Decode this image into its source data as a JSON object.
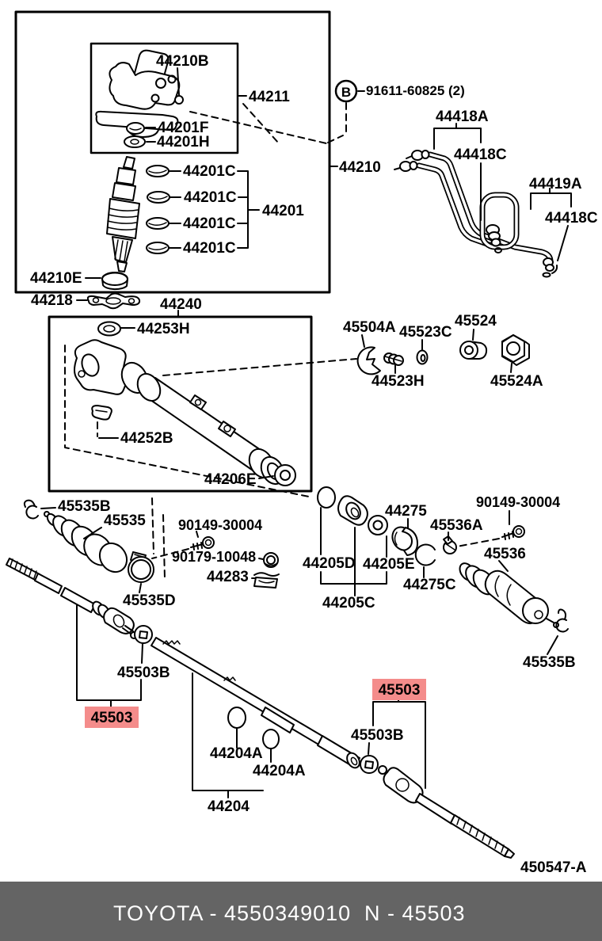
{
  "diagram": {
    "footer": {
      "left_text": "TOYOTA - 4550349010",
      "right_text": "N - 45503"
    },
    "colors": {
      "background": "#ffffff",
      "line": "#000000",
      "highlight_bg": "#f48c8b",
      "highlight_text": "#7d1315",
      "footer_bg": "#646464",
      "footer_text": "#ffffff"
    },
    "callouts": [
      {
        "text": "44210B"
      },
      {
        "text": "44211"
      },
      {
        "text": "44201F"
      },
      {
        "text": "44201H"
      },
      {
        "text": "44201C"
      },
      {
        "text": "44201C"
      },
      {
        "text": "44201C"
      },
      {
        "text": "44201C"
      },
      {
        "text": "44201"
      },
      {
        "text": "44210E"
      },
      {
        "text": "44218"
      },
      {
        "text": "44240"
      },
      {
        "text": "44210"
      },
      {
        "text": "B"
      },
      {
        "text": "91611-60825 (2)"
      },
      {
        "text": "44418A"
      },
      {
        "text": "44418C"
      },
      {
        "text": "44419A"
      },
      {
        "text": "44418C"
      },
      {
        "text": "44253H"
      },
      {
        "text": "44252B"
      },
      {
        "text": "44206E"
      },
      {
        "text": "45504A"
      },
      {
        "text": "45523C"
      },
      {
        "text": "45524"
      },
      {
        "text": "44523H"
      },
      {
        "text": "45524A"
      },
      {
        "text": "45535B"
      },
      {
        "text": "45535"
      },
      {
        "text": "90149-30004"
      },
      {
        "text": "90179-10048"
      },
      {
        "text": "44283"
      },
      {
        "text": "45535D"
      },
      {
        "text": "90149-30004"
      },
      {
        "text": "44275"
      },
      {
        "text": "45536A"
      },
      {
        "text": "45536"
      },
      {
        "text": "44205D"
      },
      {
        "text": "44205E"
      },
      {
        "text": "44275C"
      },
      {
        "text": "44205C"
      },
      {
        "text": "45535B"
      },
      {
        "text": "45503B"
      },
      {
        "text": "45503",
        "highlighted": true
      },
      {
        "text": "44204A"
      },
      {
        "text": "44204A"
      },
      {
        "text": "44204"
      },
      {
        "text": "45503",
        "highlighted": true
      },
      {
        "text": "45503B"
      },
      {
        "text": "450547-A"
      }
    ]
  }
}
